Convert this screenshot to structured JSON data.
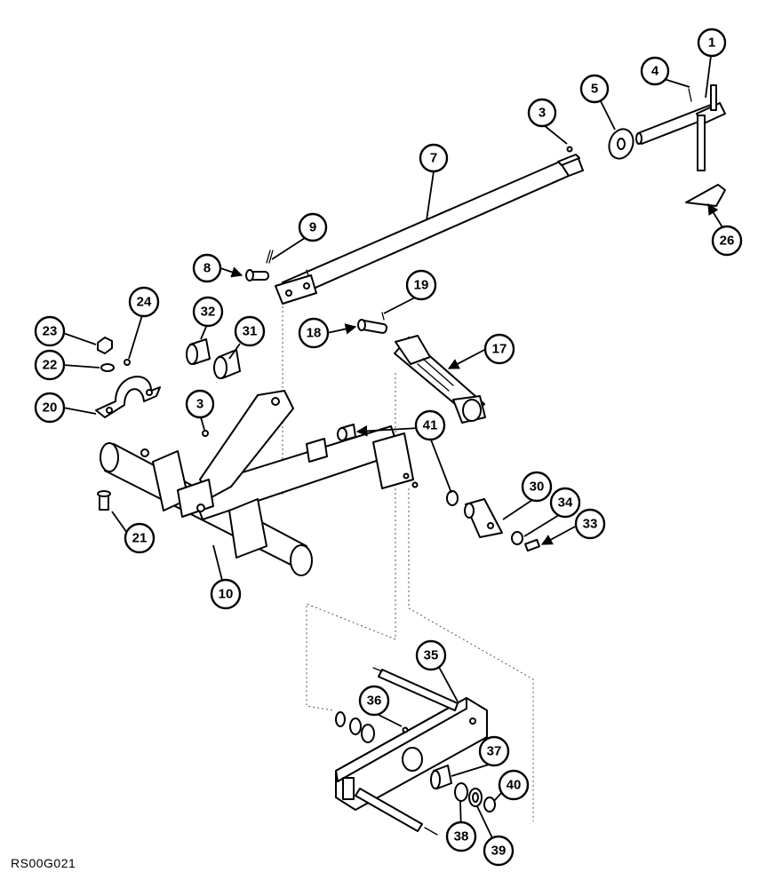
{
  "diagram": {
    "reference_code": "RS00G021",
    "callouts": [
      "1",
      "3",
      "3",
      "4",
      "5",
      "7",
      "8",
      "9",
      "10",
      "17",
      "18",
      "19",
      "20",
      "21",
      "22",
      "23",
      "24",
      "26",
      "30",
      "31",
      "32",
      "33",
      "34",
      "35",
      "36",
      "37",
      "38",
      "39",
      "40",
      "41"
    ]
  }
}
